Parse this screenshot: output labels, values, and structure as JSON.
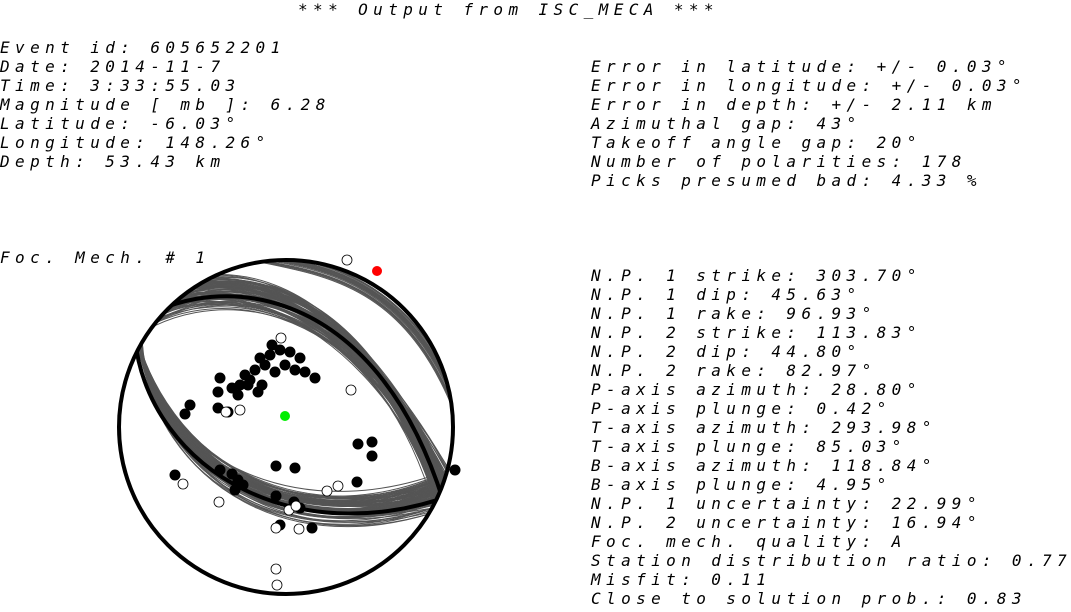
{
  "title": "*** Output from ISC_MECA ***",
  "event_info": [
    "Event id: 605652201",
    "Date: 2014-11-7",
    "Time: 3:33:55.03",
    "Magnitude [ mb ]: 6.28",
    "Latitude: -6.03°",
    "Longitude: 148.26°",
    "Depth: 53.43 km"
  ],
  "error_info": [
    "Error in latitude: +/- 0.03°",
    "Error in longitude: +/- 0.03°",
    "Error in depth: +/- 2.11 km",
    "Azimuthal gap: 43°",
    "Takeoff angle gap: 20°",
    "Number of polarities: 178",
    "Picks presumed bad: 4.33 %"
  ],
  "foc_mech_label": "Foc. Mech. # 1",
  "mechanism_info": [
    "N.P. 1 strike: 303.70°",
    "N.P. 1 dip: 45.63°",
    "N.P. 1 rake: 96.93°",
    "N.P. 2 strike: 113.83°",
    "N.P. 2 dip: 44.80°",
    "N.P. 2 rake: 82.97°",
    "P-axis azimuth: 28.80°",
    "P-axis plunge: 0.42°",
    "T-axis azimuth: 293.98°",
    "T-axis plunge: 85.03°",
    "B-axis azimuth: 118.84°",
    "B-axis plunge: 4.95°",
    "N.P. 1 uncertainty: 22.99°",
    "N.P. 2 uncertainty: 16.94°",
    "Foc. mech. quality: A",
    "Station distribution ratio: 0.77",
    "Misfit: 0.11",
    "Close to solution prob.: 0.83"
  ],
  "colors": {
    "uncertainty_lines": "#555555",
    "compression": "#000000",
    "dilatation": "#ffffff",
    "t_axis": "#00ee00",
    "p_axis": "#ff0000"
  }
}
